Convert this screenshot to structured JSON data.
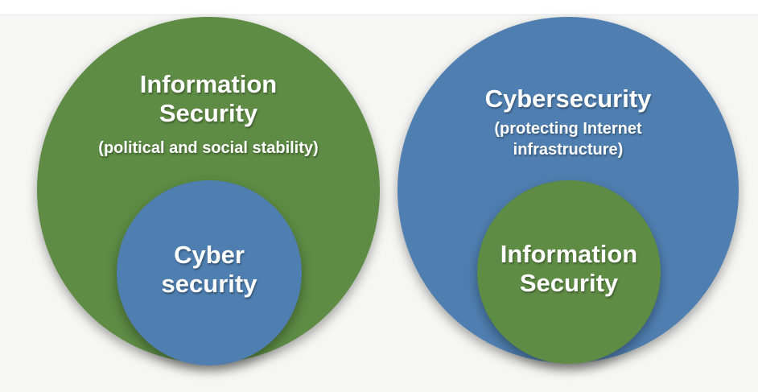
{
  "left_diagram": {
    "outer": {
      "title_line1": "Information",
      "title_line2": "Security",
      "subtitle": "(political and social stability)",
      "color": "#5e8c44"
    },
    "inner": {
      "title_line1": "Cyber",
      "title_line2": "security",
      "color": "#4f7fb1"
    }
  },
  "right_diagram": {
    "outer": {
      "title": "Cybersecurity",
      "subtitle_line1": "(protecting Internet",
      "subtitle_line2": "infrastructure)",
      "color": "#4f7fb1"
    },
    "inner": {
      "title_line1": "Information",
      "title_line2": "Security",
      "color": "#5e8c44"
    }
  }
}
